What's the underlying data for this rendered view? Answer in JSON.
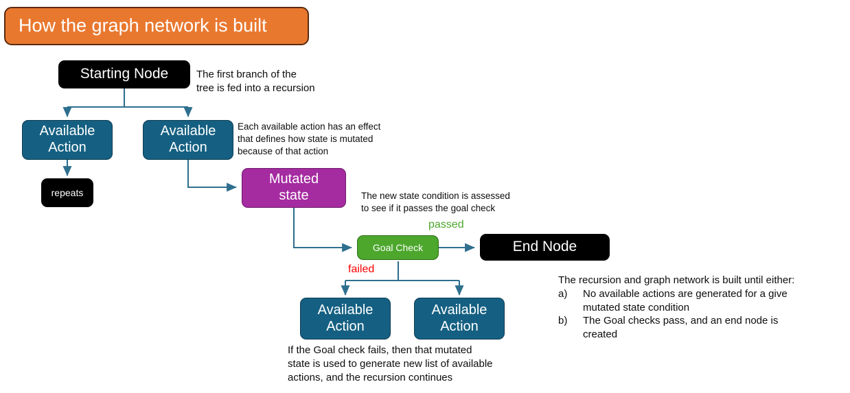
{
  "title_banner": {
    "text": "How the graph network is built",
    "fill": "#E9782F",
    "border": "#5A2A10",
    "text_color": "#FFFFFF"
  },
  "colors": {
    "black_node": "#000000",
    "teal_node": "#156082",
    "purple_node": "#A52BA0",
    "green_node": "#4CA72C",
    "orange_banner": "#E9782F",
    "connector": "#2E6F8E",
    "passed_label": "#4CA72C",
    "failed_label": "#FF0000",
    "body_text": "#0C0C0C"
  },
  "nodes": {
    "starting": {
      "label": "Starting Node",
      "style": "black"
    },
    "available_1": {
      "label": "Available\nAction",
      "style": "teal"
    },
    "available_2": {
      "label": "Available\nAction",
      "style": "teal"
    },
    "repeats": {
      "label": "repeats",
      "style": "black"
    },
    "mutated": {
      "label": "Mutated\nstate",
      "style": "purple"
    },
    "goal_check": {
      "label": "Goal Check",
      "style": "green"
    },
    "end_node": {
      "label": "End Node",
      "style": "black"
    },
    "available_3": {
      "label": "Available\nAction",
      "style": "teal"
    },
    "available_4": {
      "label": "Available\nAction",
      "style": "teal"
    }
  },
  "edge_labels": {
    "passed": "passed",
    "failed": "failed"
  },
  "notes": {
    "first_branch": "The first branch of the\ntree is fed into a recursion",
    "effect": "Each available action has an effect\nthat defines how state is mutated\nbecause of that action",
    "assessed": "The new state condition is assessed\nto see if it passes the goal check",
    "goal_fails": "If the Goal check fails, then that mutated\nstate is used to generate new list of available\nactions, and the recursion continues"
  },
  "summary": {
    "intro": "The recursion and graph network is built until either:",
    "items": [
      {
        "marker": "a)",
        "text": "No available actions are generated for a give\nmutated state condition"
      },
      {
        "marker": "b)",
        "text": "The Goal checks pass, and an end node is\ncreated"
      }
    ]
  }
}
